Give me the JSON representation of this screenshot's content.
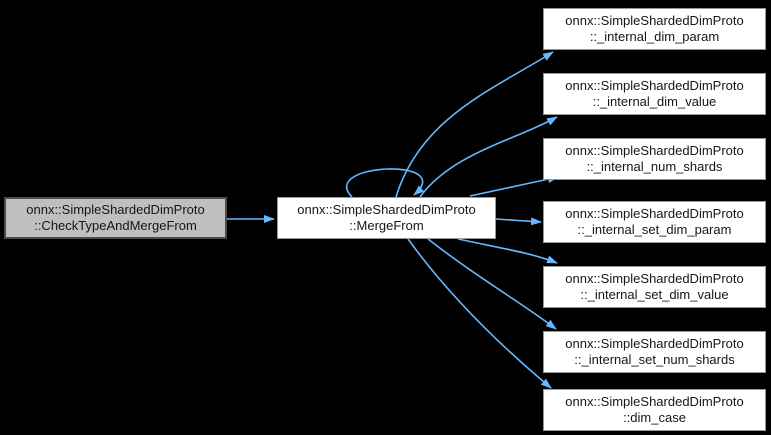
{
  "diagram": {
    "kind": "call-graph",
    "colors": {
      "background": "#000000",
      "edge": "#63b8ff",
      "node_fill": "#ffffff",
      "node_border": "#95979a",
      "focus_node_fill": "#bfbfbf",
      "focus_node_border": "#4c4c4c",
      "text": "#161616"
    }
  },
  "nodes": {
    "caller": {
      "line1": "onnx::SimpleShardedDimProto",
      "line2": "::CheckTypeAndMergeFrom"
    },
    "center": {
      "line1": "onnx::SimpleShardedDimProto",
      "line2": "::MergeFrom"
    },
    "callees": [
      {
        "line1": "onnx::SimpleShardedDimProto",
        "line2": "::_internal_dim_param"
      },
      {
        "line1": "onnx::SimpleShardedDimProto",
        "line2": "::_internal_dim_value"
      },
      {
        "line1": "onnx::SimpleShardedDimProto",
        "line2": "::_internal_num_shards"
      },
      {
        "line1": "onnx::SimpleShardedDimProto",
        "line2": "::_internal_set_dim_param"
      },
      {
        "line1": "onnx::SimpleShardedDimProto",
        "line2": "::_internal_set_dim_value"
      },
      {
        "line1": "onnx::SimpleShardedDimProto",
        "line2": "::_internal_set_num_shards"
      },
      {
        "line1": "onnx::SimpleShardedDimProto",
        "line2": "::dim_case"
      }
    ]
  },
  "edges": [
    {
      "from": "onnx::SimpleShardedDimProto::CheckTypeAndMergeFrom",
      "to": "onnx::SimpleShardedDimProto::MergeFrom"
    },
    {
      "from": "onnx::SimpleShardedDimProto::MergeFrom",
      "to": "onnx::SimpleShardedDimProto::MergeFrom",
      "self_loop": true
    },
    {
      "from": "onnx::SimpleShardedDimProto::MergeFrom",
      "to": "onnx::SimpleShardedDimProto::_internal_dim_param"
    },
    {
      "from": "onnx::SimpleShardedDimProto::MergeFrom",
      "to": "onnx::SimpleShardedDimProto::_internal_dim_value"
    },
    {
      "from": "onnx::SimpleShardedDimProto::MergeFrom",
      "to": "onnx::SimpleShardedDimProto::_internal_num_shards"
    },
    {
      "from": "onnx::SimpleShardedDimProto::MergeFrom",
      "to": "onnx::SimpleShardedDimProto::_internal_set_dim_param"
    },
    {
      "from": "onnx::SimpleShardedDimProto::MergeFrom",
      "to": "onnx::SimpleShardedDimProto::_internal_set_dim_value"
    },
    {
      "from": "onnx::SimpleShardedDimProto::MergeFrom",
      "to": "onnx::SimpleShardedDimProto::_internal_set_num_shards"
    },
    {
      "from": "onnx::SimpleShardedDimProto::MergeFrom",
      "to": "onnx::SimpleShardedDimProto::dim_case"
    }
  ]
}
